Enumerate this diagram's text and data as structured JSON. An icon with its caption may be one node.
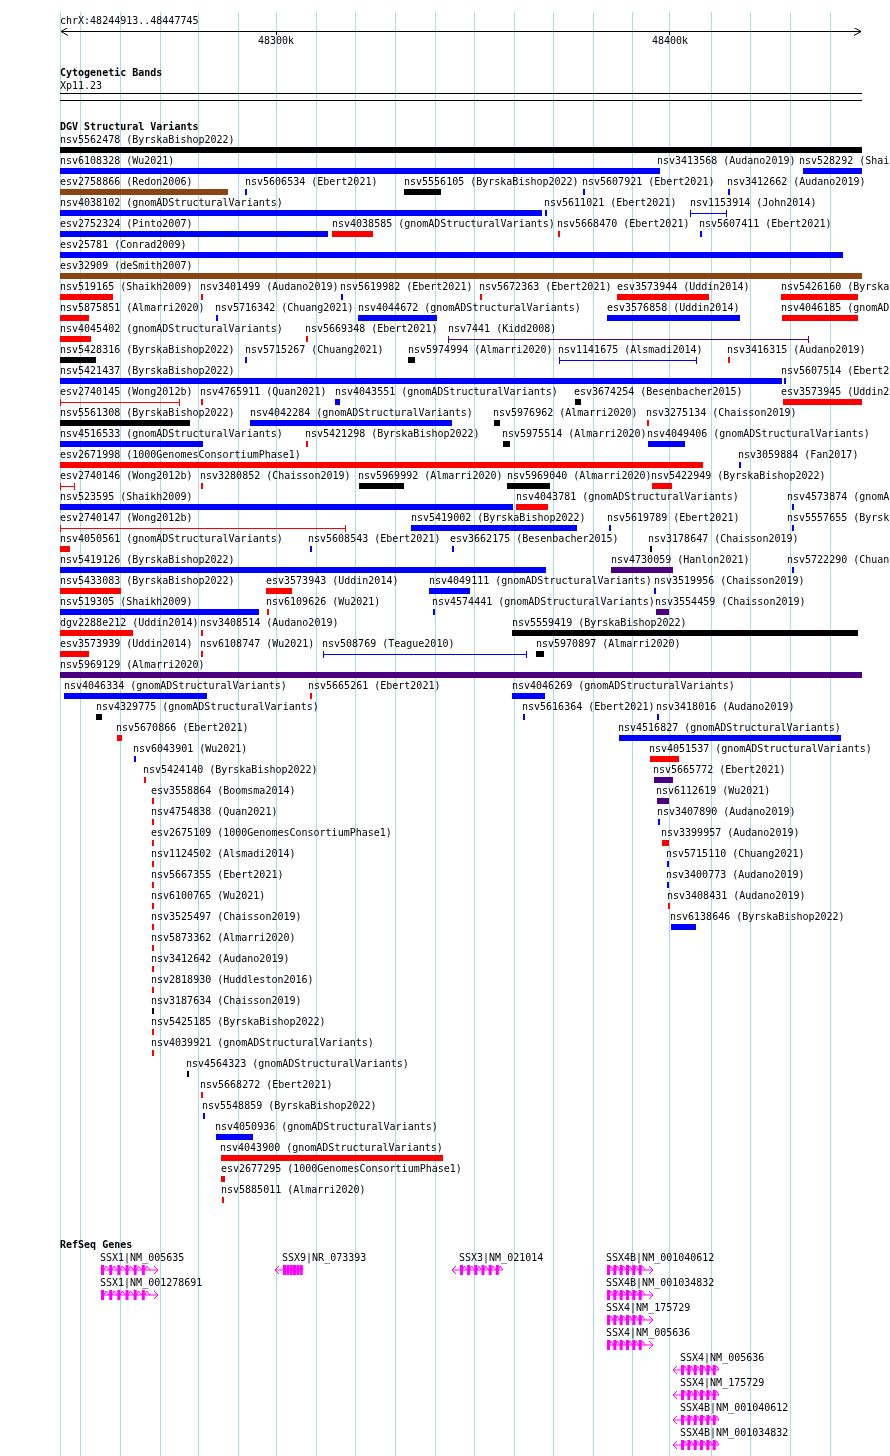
{
  "diagram": {
    "labels": [
      "chrX:48244913..48447745",
      "48300k",
      "48400k",
      "Cytogenetic Bands",
      "Xp11.23",
      "DGV Structural Variants",
      "nsv5562478 (ByrskaBishop2022)",
      "nsv6108328 (Wu2021)",
      "nsv3413568 (Audano2019)",
      "nsv528292 (Shai",
      "esv2758866 (Redon2006)",
      "nsv5606534 (Ebert2021)",
      "nsv5556105 (ByrskaBishop2022)",
      "nsv5607921 (Ebert2021)",
      "nsv3412662 (Audano2019)",
      "nsv4038102 (gnomADStructuralVariants)",
      "nsv5611021 (Ebert2021)",
      "nsv1153914 (John2014)",
      "esv2752324 (Pinto2007)",
      "nsv4038585 (gnomADStructuralVariants)",
      "nsv5668470 (Ebert2021)",
      "nsv5607411 (Ebert2021)",
      "esv25781 (Conrad2009)",
      "esv32909 (deSmith2007)",
      "nsv519165 (Shaikh2009)",
      "nsv3401499 (Audano2019)",
      "nsv5619982 (Ebert2021)",
      "nsv5672363 (Ebert2021)",
      "esv3573944 (Uddin2014)",
      "nsv5426160 (Byrska",
      "nsv5875851 (Almarri2020)",
      "nsv5716342 (Chuang2021)",
      "nsv4044672 (gnomADStructuralVariants)",
      "esv3576858 (Uddin2014)",
      "nsv4046185 (gnomAD",
      "nsv4045402 (gnomADStructuralVariants)",
      "nsv5669348 (Ebert2021)",
      "nsv7441 (Kidd2008)",
      "nsv5428316 (ByrskaBishop2022)",
      "nsv5715267 (Chuang2021)",
      "nsv5974994 (Almarri2020)",
      "nsv1141675 (Alsmadi2014)",
      "nsv3416315 (Audano2019)",
      "nsv5421437 (ByrskaBishop2022)",
      "nsv5607514 (Ebert2",
      "esv2740145 (Wong2012b)",
      "nsv4765911 (Quan2021)",
      "nsv4043551 (gnomADStructuralVariants)",
      "esv3674254 (Besenbacher2015)",
      "esv3573945 (Uddin2",
      "nsv5561308 (ByrskaBishop2022)",
      "nsv4042284 (gnomADStructuralVariants)",
      "nsv5976962 (Almarri2020)",
      "nsv3275134 (Chaisson2019)",
      "nsv4516533 (gnomADStructuralVariants)",
      "nsv5421298 (ByrskaBishop2022)",
      "nsv5975514 (Almarri2020)",
      "nsv4049406 (gnomADStructuralVariants)",
      "esv2671998 (1000GenomesConsortiumPhase1)",
      "nsv3059884 (Fan2017)",
      "esv2740146 (Wong2012b)",
      "nsv3280852 (Chaisson2019)",
      "nsv5969992 (Almarri2020)",
      "nsv5969040 (Almarri2020)",
      "nsv5422949 (ByrskaBishop2022)",
      "nsv523595 (Shaikh2009)",
      "nsv4043781 (gnomADStructuralVariants)",
      "nsv4573874 (gnomA",
      "esv2740147 (Wong2012b)",
      "nsv5419002 (ByrskaBishop2022)",
      "nsv5619789 (Ebert2021)",
      "nsv5557655 (Byrsk",
      "nsv4050561 (gnomADStructuralVariants)",
      "nsv5608543 (Ebert2021)",
      "esv3662175 (Besenbacher2015)",
      "nsv3178647 (Chaisson2019)",
      "nsv5419126 (ByrskaBishop2022)",
      "nsv4730059 (Hanlon2021)",
      "nsv5722290 (Chuan",
      "nsv5433083 (ByrskaBishop2022)",
      "esv3573943 (Uddin2014)",
      "nsv4049111 (gnomADStructuralVariants)",
      "nsv3519956 (Chaisson2019)",
      "nsv519305 (Shaikh2009)",
      "nsv6109626 (Wu2021)",
      "nsv4574441 (gnomADStructuralVariants)",
      "nsv3554459 (Chaisson2019)",
      "dgv2288e212 (Uddin2014)",
      "nsv3408514 (Audano2019)",
      "nsv5559419 (ByrskaBishop2022)",
      "esv3573939 (Uddin2014)",
      "nsv6108747 (Wu2021)",
      "nsv508769 (Teague2010)",
      "nsv5970897 (Almarri2020)",
      "nsv5969129 (Almarri2020)",
      "nsv4046334 (gnomADStructuralVariants)",
      "nsv5665261 (Ebert2021)",
      "nsv4046269 (gnomADStructuralVariants)",
      "nsv4329775 (gnomADStructuralVariants)",
      "nsv5616364 (Ebert2021)",
      "nsv3418016 (Audano2019)",
      "nsv5670866 (Ebert2021)",
      "nsv4516827 (gnomADStructuralVariants)",
      "nsv6043901 (Wu2021)",
      "nsv4051537 (gnomADStructuralVariants)",
      "nsv5424140 (ByrskaBishop2022)",
      "nsv5665772 (Ebert2021)",
      "esv3558864 (Boomsma2014)",
      "nsv6112619 (Wu2021)",
      "nsv4754838 (Quan2021)",
      "nsv3407890 (Audano2019)",
      "esv2675109 (1000GenomesConsortiumPhase1)",
      "nsv3399957 (Audano2019)",
      "nsv1124502 (Alsmadi2014)",
      "nsv5715110 (Chuang2021)",
      "nsv5667355 (Ebert2021)",
      "nsv3400773 (Audano2019)",
      "nsv6100765 (Wu2021)",
      "nsv3408431 (Audano2019)",
      "nsv3525497 (Chaisson2019)",
      "nsv6138646 (ByrskaBishop2022)",
      "nsv5873362 (Almarri2020)",
      "nsv3412642 (Audano2019)",
      "nsv2818930 (Huddleston2016)",
      "nsv3187634 (Chaisson2019)",
      "nsv5425185 (ByrskaBishop2022)",
      "nsv4039921 (gnomADStructuralVariants)",
      "nsv4564323 (gnomADStructuralVariants)",
      "nsv5668272 (Ebert2021)",
      "nsv5548859 (ByrskaBishop2022)",
      "nsv4050936 (gnomADStructuralVariants)",
      "nsv4043900 (gnomADStructuralVariants)",
      "esv2677295 (1000GenomesConsortiumPhase1)",
      "nsv5885011 (Almarri2020)",
      "RefSeq Genes",
      "SSX1|NM_005635",
      "SSX9|NR_073393",
      "SSX3|NM_021014",
      "SSX4B|NM_001040612",
      "SSX1|NM_001278691",
      "SSX4B|NM_001034832",
      "SSX4|NM_175729",
      "SSX4|NM_005636",
      "SSX4|NM_005636",
      "SSX4|NM_175729",
      "SSX4B|NM_001040612",
      "SSX4B|NM_001034832"
    ]
  }
}
